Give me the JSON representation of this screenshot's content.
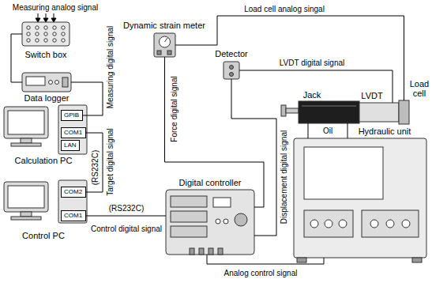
{
  "diagram": {
    "nodes": [
      {
        "text": [
          "Switch box"
        ]
      },
      {
        "text": [
          "Data logger"
        ]
      },
      {
        "text": [
          "Calculation PC"
        ]
      },
      {
        "text": [
          "GPIB"
        ],
        "in": 2
      },
      {
        "text": [
          "COM1"
        ],
        "in": 2
      },
      {
        "text": [
          "LAN"
        ],
        "in": 2
      },
      {
        "text": [
          "Control PC"
        ]
      },
      {
        "text": [
          "COM2"
        ],
        "in": 6
      },
      {
        "text": [
          "COM1"
        ],
        "in": 6
      },
      {
        "text": [
          "Dynamic strain meter"
        ]
      },
      {
        "text": [
          "Detector"
        ]
      },
      {
        "text": [
          "Jack"
        ]
      },
      {
        "text": [
          "LVDT"
        ]
      },
      {
        "text": [
          "Load cell"
        ]
      },
      {
        "text": [
          "Digital controller"
        ]
      },
      {
        "text": [
          "Hydraulic unit"
        ]
      }
    ],
    "edges": [
      {
        "from": 0,
        "to": 1,
        "arrow": "none"
      },
      {
        "from": 1,
        "to": 3,
        "label": "Measuring digital signal",
        "arrow": "none"
      },
      {
        "from": 4,
        "to": 7,
        "label": "Target digital signal",
        "arrow": "none"
      },
      {
        "from": 8,
        "to": 14,
        "label": "Control digital signal",
        "arrow": "none"
      },
      {
        "from": 13,
        "to": 9,
        "label": "Load cell analog singal",
        "arrow": "none"
      },
      {
        "from": 12,
        "to": 10,
        "label": "LVDT digital signal",
        "arrow": "none"
      },
      {
        "from": 9,
        "to": 14,
        "label": "Force digital signal",
        "arrow": "none"
      },
      {
        "from": 10,
        "to": 14,
        "label": "Displacement digital signal",
        "arrow": "none"
      },
      {
        "from": 14,
        "to": 15,
        "label": "Analog control signal",
        "arrow": "none"
      },
      {
        "from": 15,
        "to": 11,
        "label": "Oil",
        "arrow": "none"
      },
      {
        "from": 15,
        "to": 11,
        "arrow": "none"
      }
    ],
    "labels": [
      "Measuring analog signal",
      "(RS232C)",
      "(RS232C)"
    ]
  }
}
